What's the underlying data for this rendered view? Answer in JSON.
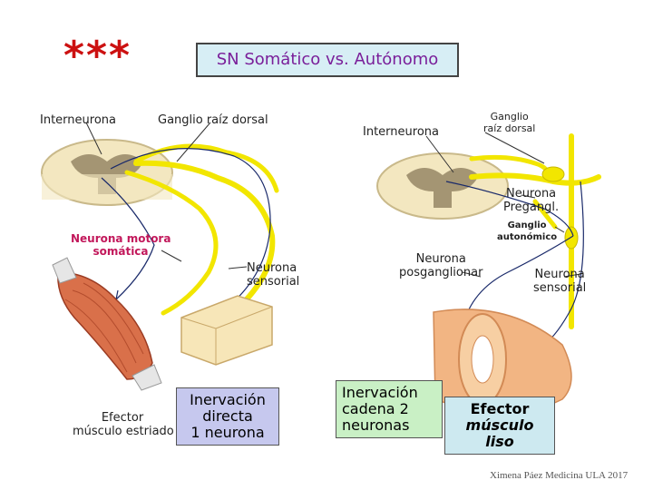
{
  "stars": "***",
  "title": "SN Somático vs. Autónomo",
  "left": {
    "interneurona": "Interneurona",
    "ganglio": "Ganglio raíz dorsal",
    "motora_l1": "Neurona motora",
    "motora_l2": "somática",
    "sensorial_l1": "Neurona",
    "sensorial_l2": "sensorial",
    "efector_l1": "Efector",
    "efector_l2": "músculo estriado",
    "box_l1": "Inervación",
    "box_l2": "directa",
    "box_l3": "1 neurona"
  },
  "right": {
    "interneurona": "Interneurona",
    "ganglio_l1": "Ganglio",
    "ganglio_l2": "raíz dorsal",
    "pregangl_l1": "Neurona",
    "pregangl_l2": "Pregangl.",
    "autonomo_l1": "Ganglio",
    "autonomo_l2": "autonómico",
    "posgang_l1": "Neurona",
    "posgang_l2": "posganglionar",
    "sensorial_l1": "Neurona",
    "sensorial_l2": "sensorial",
    "box_l1": "Inervación",
    "box_l2": "cadena 2",
    "box_l3": "neuronas",
    "efector_l1": "Efector",
    "efector_l2": "músculo liso"
  },
  "footer": "Ximena Páez Medicina ULA 2017",
  "colors": {
    "nerve": "#f2e600",
    "spinal_gray": "#8a7a5a",
    "spinal_white": "#f3e7c0",
    "muscle": "#d9704a",
    "smooth_muscle": "#f2b583",
    "title_text": "#7a1f9a",
    "title_bg": "#d7eef5",
    "stars": "#cc1111",
    "box_left_bg": "#c6c8ee",
    "box_right_bg": "#c9f0c5",
    "box_efector_bg": "#cde9f0"
  }
}
